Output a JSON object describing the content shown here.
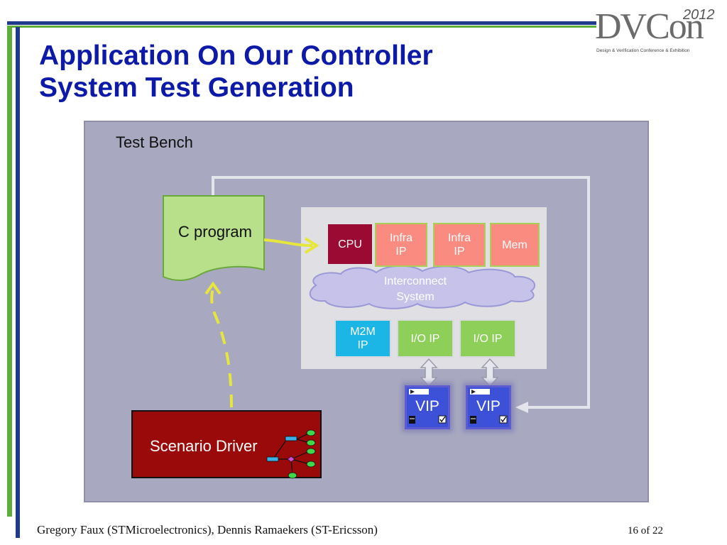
{
  "slide": {
    "title_line1": "Application On Our Controller",
    "title_line2": "System Test Generation"
  },
  "logo": {
    "name": "DVCon",
    "year": "2012",
    "subtitle": "Design & Verification Conference & Exhibition"
  },
  "diagram": {
    "bench_label": "Test Bench",
    "c_program": "C program",
    "cpu": "CPU",
    "infra1": [
      "Infra",
      "IP"
    ],
    "infra2": [
      "Infra",
      "IP"
    ],
    "mem": "Mem",
    "interconnect": [
      "Interconnect",
      "System"
    ],
    "m2m": [
      "M2M",
      "IP"
    ],
    "io1": "I/O IP",
    "io2": "I/O IP",
    "vip1": "VIP",
    "vip2": "VIP",
    "scenario_driver": "Scenario Driver"
  },
  "colors": {
    "title": "#0d1aa8",
    "bench": "#a8a8c0",
    "cpu": "#9a0a33",
    "infra": "#f98b81",
    "m2m": "#1cb6e6",
    "io": "#8ecf5a",
    "vip": "#3d51d8",
    "scenario": "#9a0a0a",
    "arrow_yellow": "#e6e63c"
  },
  "footer": {
    "authors": "Gregory Faux (STMicroelectronics), Dennis Ramaekers (ST-Ericsson)",
    "page": "16 of 22"
  }
}
